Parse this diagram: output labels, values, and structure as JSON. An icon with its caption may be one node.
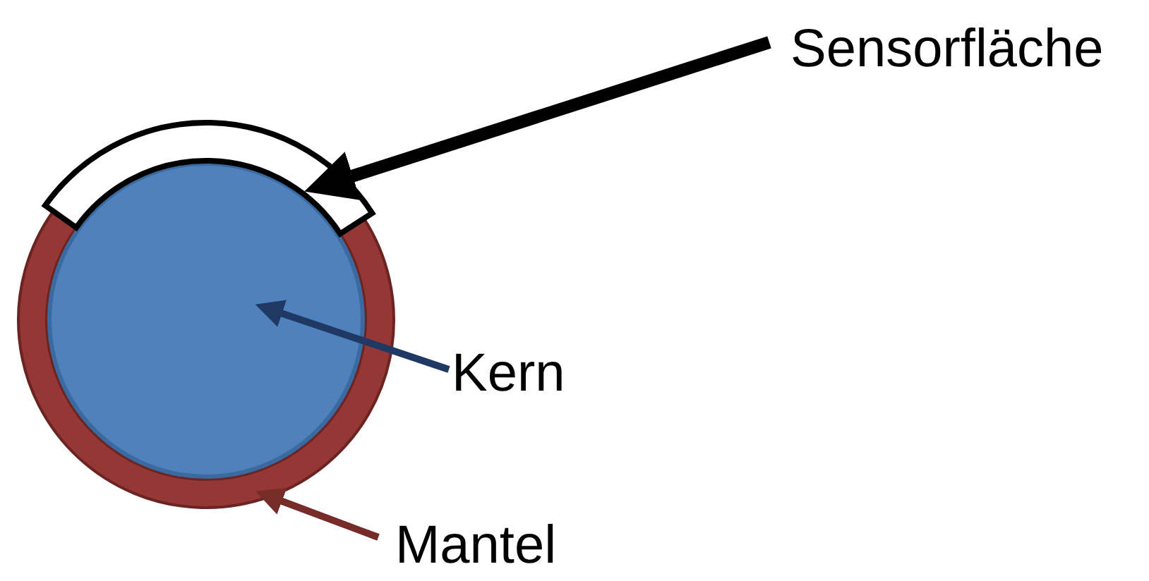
{
  "diagram": {
    "nodes": [
      {
        "text": [
          "Sensorfläche"
        ]
      },
      {
        "text": [],
        "shape": "arc"
      },
      {
        "text": [
          "Kern"
        ]
      },
      {
        "text": [],
        "shape": "circle",
        "in": 5
      },
      {
        "text": [
          "Mantel"
        ]
      },
      {
        "text": [],
        "shape": "ring"
      }
    ],
    "edges": [
      {
        "from": 0,
        "to": 1,
        "arrow": "to",
        "style": "thick",
        "color": "#000000"
      },
      {
        "from": 2,
        "to": 3,
        "arrow": "to",
        "color": "#1f3864"
      },
      {
        "from": 4,
        "to": 5,
        "arrow": "to",
        "color": "#772c2a"
      }
    ]
  }
}
